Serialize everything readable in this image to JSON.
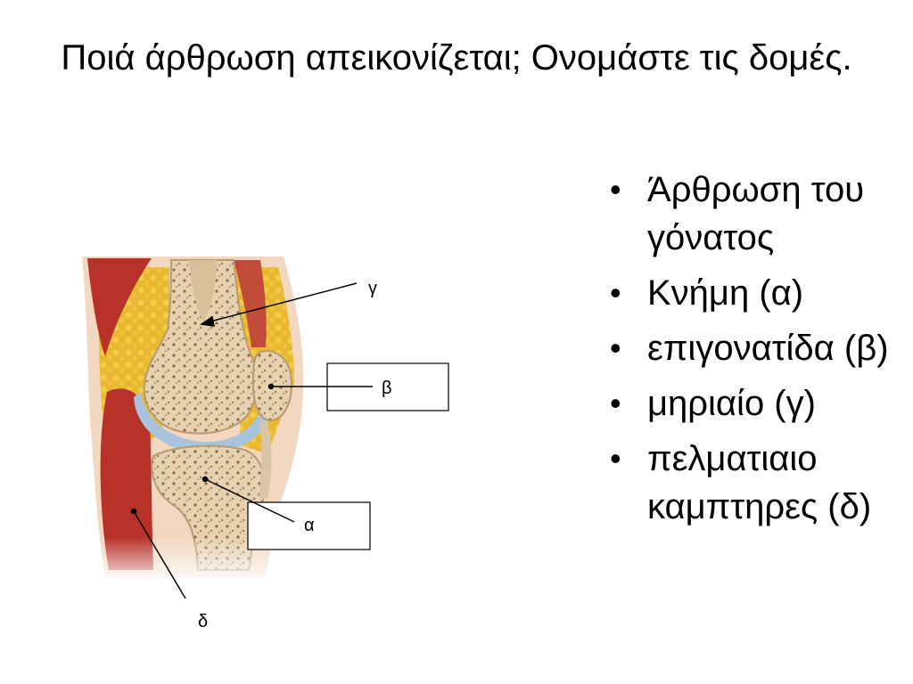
{
  "slide": {
    "title": "Ποιά άρθρωση απεικονίζεται; Ονομάστε τις δομές.",
    "bullets": [
      "Άρθρωση του γόνατος",
      "Κνήμη (α)",
      "επιγονατίδα (β)",
      "μηριαίο (γ)",
      "πελματιαιο καμπτηρες (δ)"
    ],
    "bullet_glyph": "•"
  },
  "figure": {
    "labels": {
      "gamma": "γ",
      "beta": "β",
      "alpha": "α",
      "delta": "δ"
    },
    "colors": {
      "muscle": "#b8322a",
      "fat": "#e8b830",
      "bone": "#e6d2b0",
      "cartilage": "#a8c4dc",
      "skin": "#f2d8c0"
    }
  }
}
